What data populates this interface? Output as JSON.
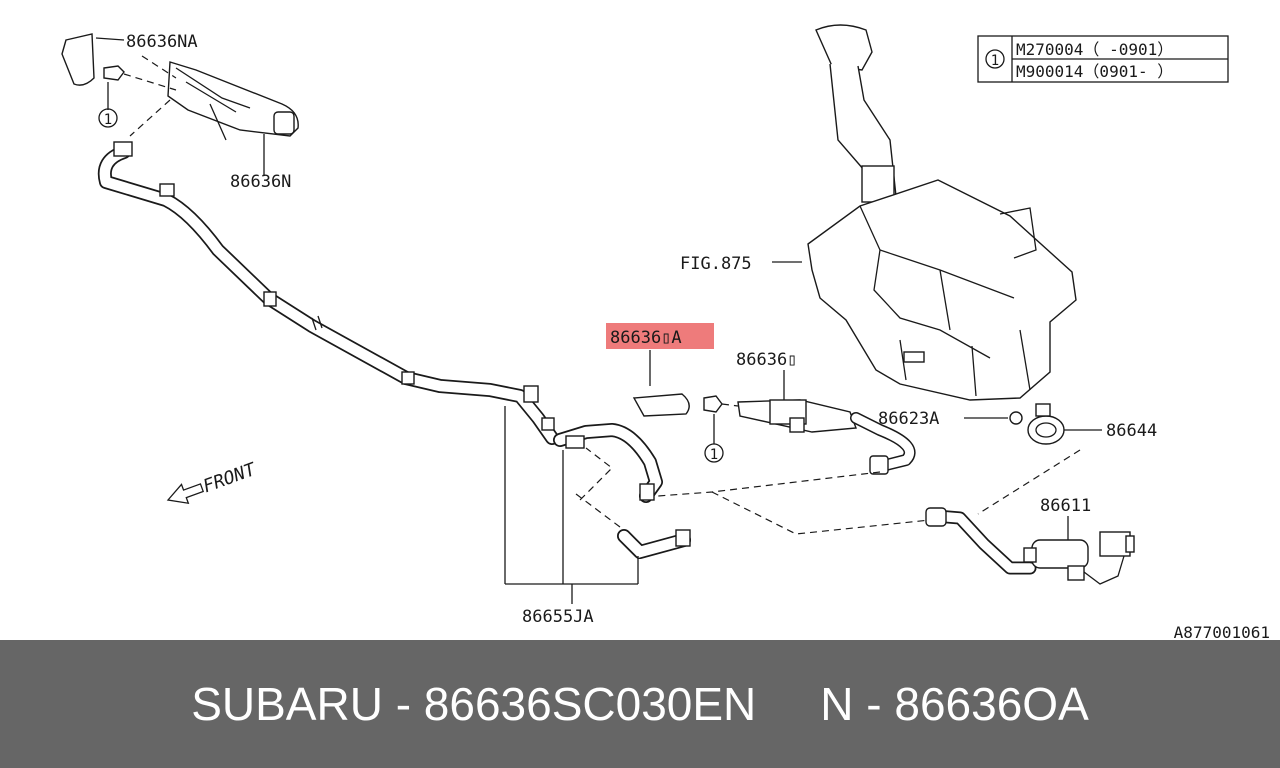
{
  "diagram": {
    "labels": {
      "p86636NA": "86636NA",
      "p86636N": "86636N",
      "pFIG875": "FIG.875",
      "p86636OA": "86636▯A",
      "p86636O": "86636▯",
      "p86623A": "86623A",
      "p86644": "86644",
      "p86611": "86611",
      "p86655JA": "86655JA",
      "front": "FRONT",
      "code": "A877001061",
      "ref1": "1",
      "ref2": "1"
    },
    "callout_table": {
      "ref": "1",
      "row1": "M270004（  -0901）",
      "row2": "M900014（0901-  ）"
    },
    "highlight_color": "#ee7b7b"
  },
  "footer": {
    "left_text": "SUBARU - 86636SC030EN",
    "right_text": "N - 86636OA",
    "background": "#666666"
  }
}
